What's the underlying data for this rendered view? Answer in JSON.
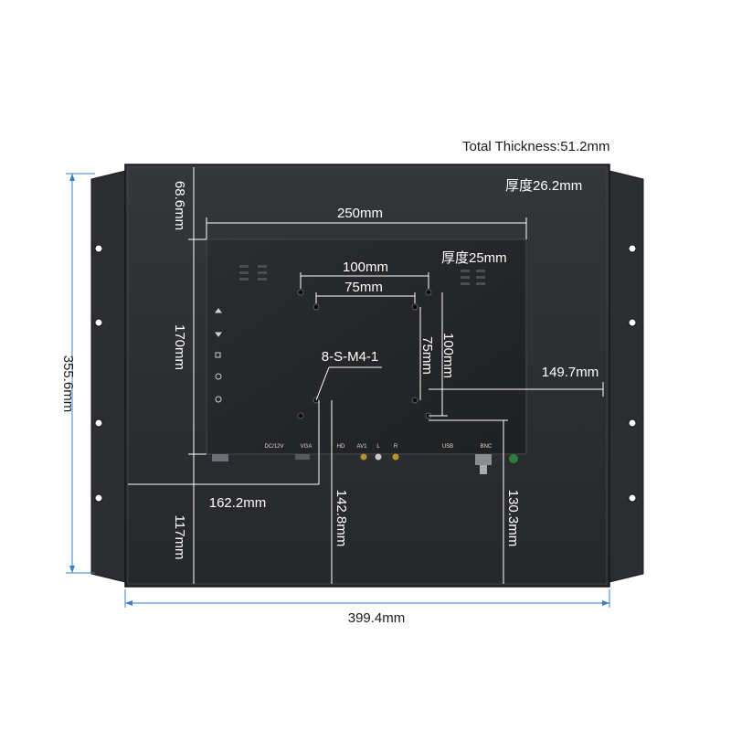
{
  "annotations": {
    "total_thickness": "Total Thickness:51.2mm",
    "frame_thickness": "厚度26.2mm",
    "panel_thickness": "厚度25mm",
    "overall_width": "399.4mm",
    "overall_height": "355.6mm",
    "top_margin": "68.6mm",
    "panel_width": "250mm",
    "panel_height": "170mm",
    "vesa_100_h": "100mm",
    "vesa_75_h": "75mm",
    "vesa_75_v": "75mm",
    "vesa_100_v": "100mm",
    "screw_spec": "8-S-M4-1",
    "right_offset": "149.7mm",
    "left_offset": "162.2mm",
    "bottom_margin": "117mm",
    "hole_to_bottom_left": "142.8mm",
    "hole_to_bottom_right": "130.3mm"
  },
  "ports": [
    "DC/12V",
    "VGA",
    "HD",
    "AV1",
    "L",
    "R",
    "USB",
    "BNC"
  ],
  "colors": {
    "frame": "#2d2f31",
    "panel": "#232527",
    "dimension_outer": "#3a7fc8",
    "dimension_inner": "#ffffff"
  }
}
